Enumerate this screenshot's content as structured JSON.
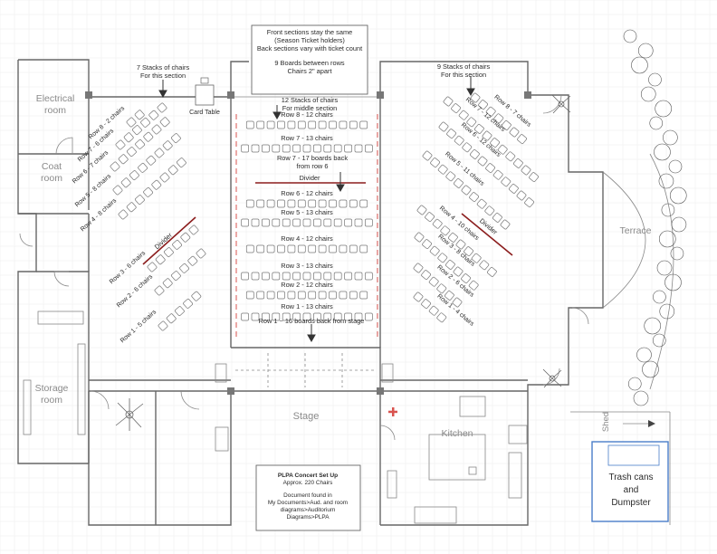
{
  "rooms": {
    "electrical": "Electrical room",
    "coat": "Coat room",
    "storage": "Storage room",
    "stage": "Stage",
    "kitchen": "Kitchen",
    "terrace": "Terrace",
    "shed": "Shed"
  },
  "notes": {
    "top_box_line1": "Front sections stay the same",
    "top_box_line2": "(Season Ticket holders)",
    "top_box_line3": "Back sections vary with ticket count",
    "top_box_line4": "9 Boards between rows",
    "top_box_line5": "Chairs 2\" apart",
    "left_stacks_1": "7 Stacks of chairs",
    "left_stacks_2": "For this section",
    "right_stacks_1": "9 Stacks of chairs",
    "right_stacks_2": "For this section",
    "middle_stacks_1": "12 Stacks of chairs",
    "middle_stacks_2": "For middle section",
    "card_table": "Card Table",
    "trash_1": "Trash cans",
    "trash_2": "and",
    "trash_3": "Dumpster"
  },
  "middle_rows": [
    {
      "label": "Row 8  -  12 chairs",
      "chairs": 12
    },
    {
      "label": "Row 7  -  13 chairs",
      "chairs": 13
    },
    {
      "label": "Row 6  -  12 chairs",
      "chairs": 12
    },
    {
      "label": "Row 5  -  13 chairs",
      "chairs": 13
    },
    {
      "label": "Row 4  -  12 chairs",
      "chairs": 12
    },
    {
      "label": "Row 3  -  13 chairs",
      "chairs": 13
    },
    {
      "label": "Row 2  -  12 chairs",
      "chairs": 12
    },
    {
      "label": "Row 1  -  13 chairs",
      "chairs": 13
    }
  ],
  "middle_notes": {
    "row7_back": "Row 7  -  17 boards back",
    "row7_back2": "from row 6",
    "divider": "Divider",
    "row1_back": "Row 1 ~ 16 boards back from stage"
  },
  "left_rows": [
    {
      "label": "Row 8  -  2 chairs",
      "chairs": 2
    },
    {
      "label": "Row 7  -  6 chairs",
      "chairs": 6
    },
    {
      "label": "Row 6  -  7 chairs",
      "chairs": 7
    },
    {
      "label": "Row 5  -  8 chairs",
      "chairs": 8
    },
    {
      "label": "Row 4  -  8 chairs",
      "chairs": 8
    },
    {
      "label": "Row 3  -  6 chairs",
      "chairs": 6
    },
    {
      "label": "Row 2  -  6 chairs",
      "chairs": 6
    },
    {
      "label": "Row 1  -  5 chairs",
      "chairs": 5
    }
  ],
  "left_divider": "Divider",
  "right_rows": [
    {
      "label": "Row 8  -  7 chairs",
      "chairs": 7
    },
    {
      "label": "Row 7  -  12 chairs",
      "chairs": 12
    },
    {
      "label": "Row 6  -  12 chairs",
      "chairs": 12
    },
    {
      "label": "Row 5  -  11 chairs",
      "chairs": 11
    },
    {
      "label": "Row 4  -  10 chairs",
      "chairs": 10
    },
    {
      "label": "Row 3  -  8 chairs",
      "chairs": 8
    },
    {
      "label": "Row 2  -  6 chairs",
      "chairs": 6
    },
    {
      "label": "Row 1  -  4 chairs",
      "chairs": 4
    }
  ],
  "right_divider": "Divider",
  "doc_box": {
    "title": "PLPA Concert Set Up",
    "subtitle": "Approx. 220 Chairs",
    "line1": "Document found in",
    "line2": "My Documents>Aud. and room",
    "line3": "diagrams>Auditorium",
    "line4": "Diagrams>PLPA"
  },
  "colors": {
    "wall": "#666666",
    "divider": "#8b1d1d",
    "aisle_dash": "#d9534f",
    "trash_box": "#4a7ec9",
    "first_aid": "#d9534f"
  }
}
